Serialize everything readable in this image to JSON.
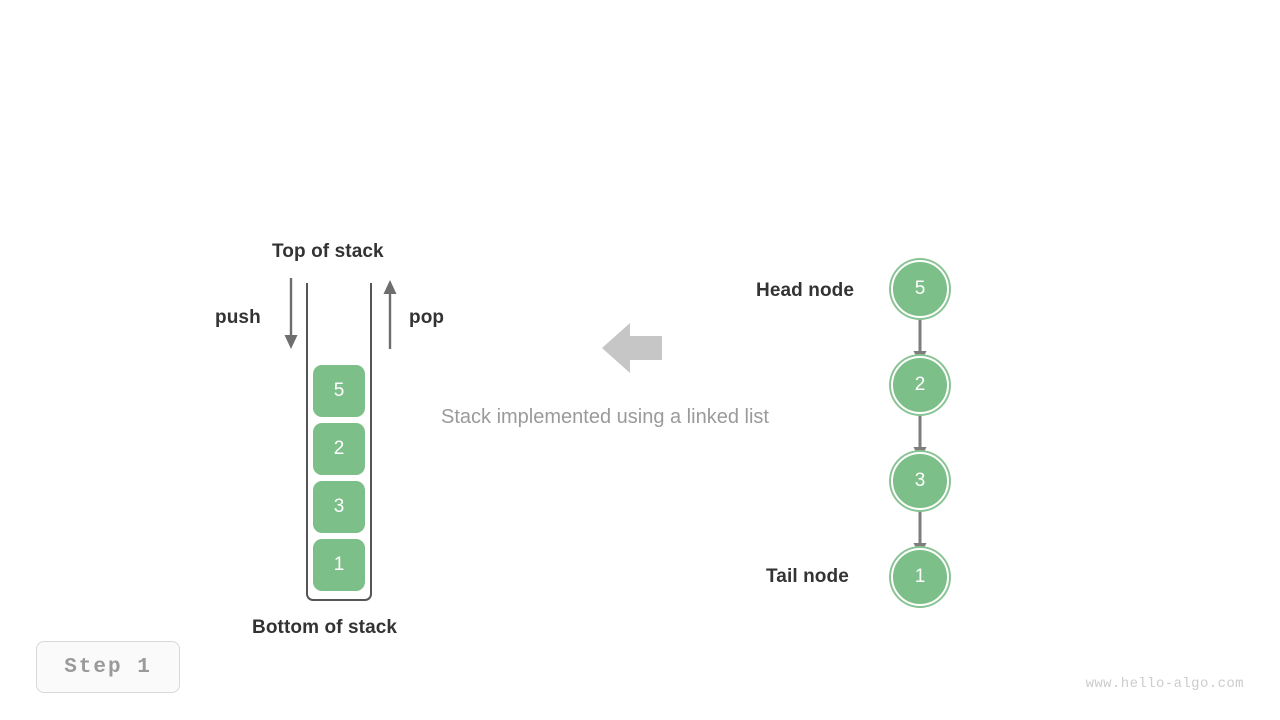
{
  "page": {
    "background": "#ffffff",
    "accent_green": "#7cbf89",
    "node_ring": "#89c394",
    "arrow_gray": "#6e6e6e",
    "big_arrow_gray": "#c6c6c6",
    "label_color": "#333333",
    "caption_color": "#9a9a9a",
    "watermark": "www.hello-algo.com"
  },
  "stack_panel": {
    "top_label": "Top of stack",
    "bottom_label": "Bottom of stack",
    "push_label": "push",
    "pop_label": "pop",
    "cells": [
      {
        "value": "5"
      },
      {
        "value": "2"
      },
      {
        "value": "3"
      },
      {
        "value": "1"
      }
    ]
  },
  "caption": {
    "text": "Stack implemented using a linked list"
  },
  "linked_list_panel": {
    "head_label": "Head node",
    "tail_label": "Tail node",
    "nodes": [
      {
        "value": "5"
      },
      {
        "value": "2"
      },
      {
        "value": "3"
      },
      {
        "value": "1"
      }
    ]
  },
  "step_badge": {
    "text": "Step 1"
  }
}
